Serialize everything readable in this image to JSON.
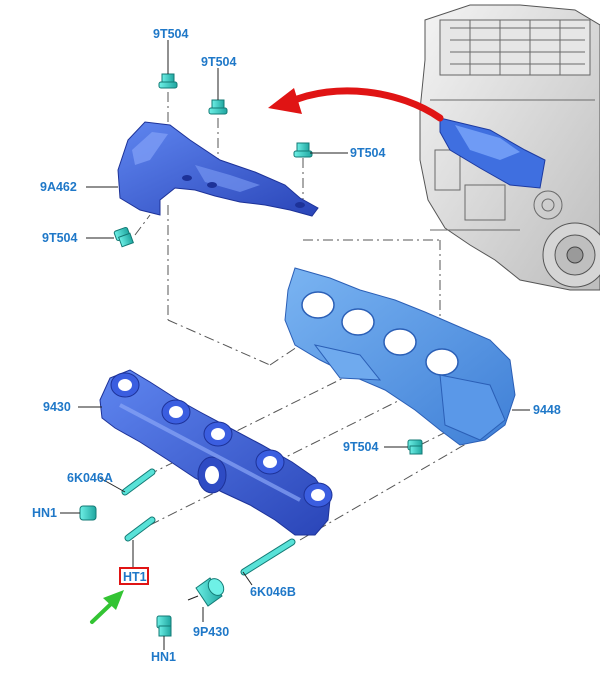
{
  "colors": {
    "label": "#1f78c8",
    "part_blue": "#3d62d9",
    "part_light": "#4b8fe0",
    "fastener": "#3fd2c8",
    "arrow_red": "#e01414",
    "arrow_green": "#33c433",
    "highlight_box": "#e01414"
  },
  "labels": {
    "nut_top_left": "9T504",
    "nut_top_mid": "9T504",
    "nut_right": "9T504",
    "heat_shield_upper": "9A462",
    "nut_left": "9T504",
    "manifold": "9430",
    "gasket": "9448",
    "nut_lower_right": "9T504",
    "stud_6k046a": "6K046A",
    "nut_hn1_upper": "HN1",
    "stud_ht1": "HT1",
    "stud_6k046b": "6K046B",
    "spacer_9p430": "9P430",
    "nut_hn1_lower": "HN1"
  },
  "icons": {
    "callout_arrow": "red-curved-arrow-icon",
    "pointer_arrow": "green-pointer-arrow-icon",
    "engine": "engine-block-icon"
  }
}
